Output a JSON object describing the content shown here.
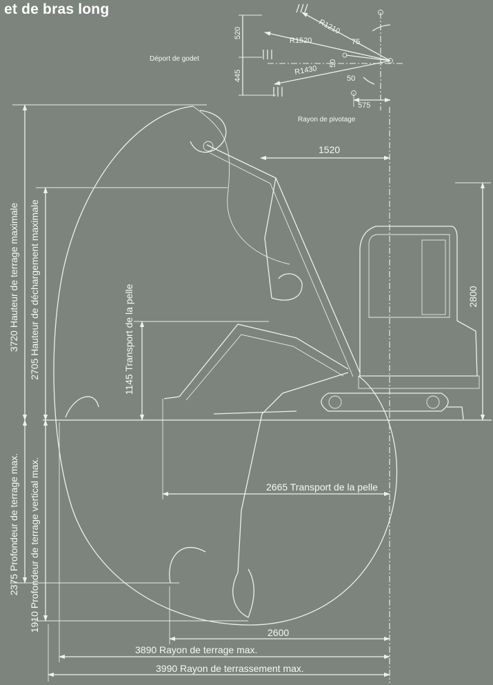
{
  "header": {
    "title": "et de bras long"
  },
  "inset": {
    "dim_top": "520",
    "dim_bottom": "445",
    "r_top": "R1210",
    "r_mid": "R1520",
    "r_low": "R1430",
    "ang_75": "75",
    "ang_50a": "50",
    "ang_50b": "50",
    "offset_label": "Déport de godet",
    "dim_575": "575",
    "swing_label": "Rayon de pivotage"
  },
  "dimensions": {
    "d1520": "1520",
    "d2800": "2800",
    "max_dig_height": "3720 Hauteur de terrage maximale",
    "max_dump_height": "2705 Hauteur de déchargement maximale",
    "transport_height": "1145 Transport de la pelle",
    "transport_length": "2665 Transport de la pelle",
    "max_dig_depth": "2375 Profondeur de terrage max.",
    "max_vertical_depth": "1910 Profondeur de terrage vertical max.",
    "d2600": "2600",
    "ground_reach": "3890 Rayon de terrage max.",
    "max_reach": "3990 Rayon de terrassement max."
  }
}
